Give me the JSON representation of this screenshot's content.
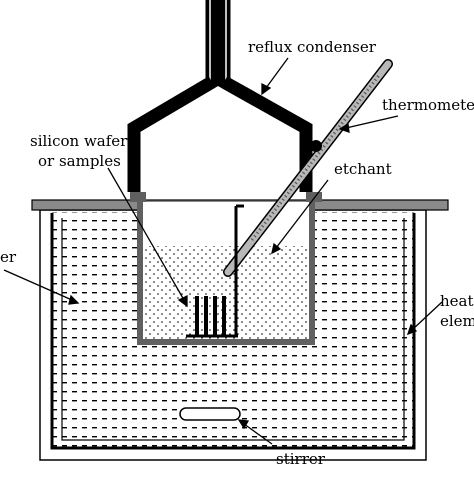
{
  "labels": {
    "reflux_condenser": "reflux condenser",
    "thermometer": "thermometer",
    "silicon_wafers_line1": "silicon wafers",
    "silicon_wafers_line2": "or samples",
    "etchant": "etchant",
    "water_partial": "er",
    "heater_line1_partial": "heat",
    "heater_line2_partial": "elem",
    "stirrer": "stirrer"
  },
  "colors": {
    "outline": "#000000",
    "vessel_wall": "#606060",
    "lid": "#8a8a8a",
    "thermometer_tube": "#b8b8b8",
    "background": "#ffffff"
  }
}
